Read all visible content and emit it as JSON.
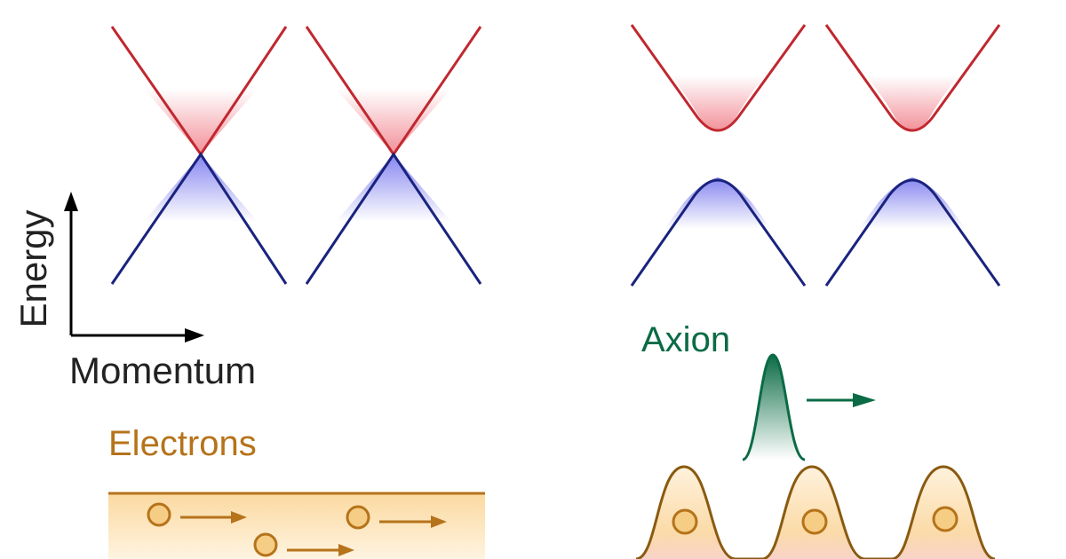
{
  "labels": {
    "energy": "Energy",
    "momentum": "Momentum",
    "electrons": "Electrons",
    "axion": "Axion"
  },
  "colors": {
    "conduction": "#c0282f",
    "valence": "#1a237e",
    "conduction_fill": "#f2a2aa",
    "valence_fill": "#8e8ef0",
    "electron": "#b5731a",
    "electron_band_fill": "#fbe2b8",
    "electron_dot": "#f6cd84",
    "axion": "#0a6b45",
    "axes": "#000000",
    "text": "#222222"
  }
}
